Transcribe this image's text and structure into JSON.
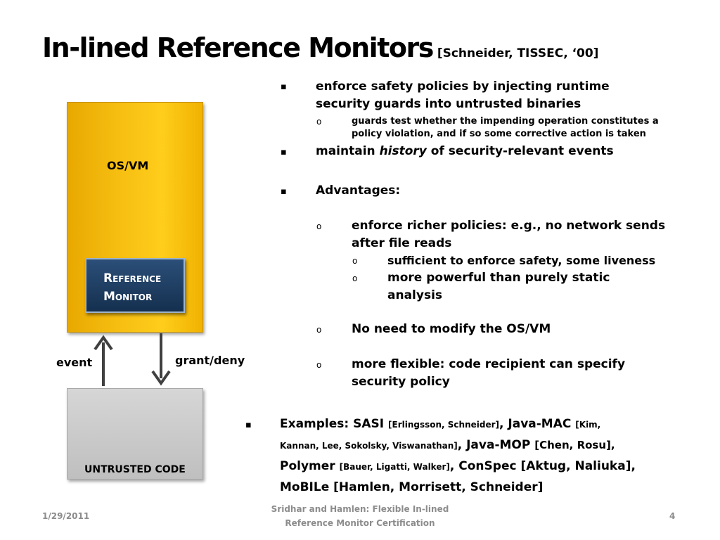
{
  "slide": {
    "title": "In-lined Reference Monitors",
    "title_citation": "[Schneider, TISSEC, ‘00]"
  },
  "diagram": {
    "os_vm_label": "OS/VM",
    "reference_monitor_line1": "Reference",
    "reference_monitor_line2": "Monitor",
    "untrusted_code_label": "UNTRUSTED CODE",
    "event_label": "event",
    "grant_deny_label": "grant/deny",
    "colors": {
      "os_vm_fill": "#f5bd10",
      "reference_monitor_fill": "#1f3d63",
      "untrusted_fill": "#cccccc",
      "arrow": "#404040"
    }
  },
  "bullets": {
    "square_marker": "▪",
    "circle_marker": "o",
    "b1_line1": "enforce safety policies by injecting runtime",
    "b1_line2": "security guards into untrusted binaries",
    "b1_sub_line1": "guards test whether the impending operation constitutes a",
    "b1_sub_line2": "policy violation, and if so some corrective action is taken",
    "b2_pre": "maintain ",
    "b2_em": "history",
    "b2_post": " of security-relevant events",
    "b3": "Advantages:",
    "adv1_line1": "enforce richer policies: e.g., no network sends",
    "adv1_line2": "after file reads",
    "adv1_sub1": "sufficient to enforce safety, some liveness",
    "adv1_sub2_line1": "more powerful than purely static",
    "adv1_sub2_line2": "analysis",
    "adv2": "No need to modify the OS/VM",
    "adv3_line1": "more flexible: code recipient can specify",
    "adv3_line2": "security policy"
  },
  "examples": {
    "label": "Examples: SASI ",
    "sasi_cite": "[Erlingsson, Schneider]",
    "sep1": ", Java-MAC ",
    "javamac_cite_1": "[Kim,",
    "javamac_cite_2": "Kannan, Lee, Sokolsky, Viswanathan]",
    "sep2": ", Java-MOP ",
    "javamop_cite": "[Chen, Rosu],",
    "polymer": "Polymer ",
    "polymer_cite": "[Bauer, Ligatti, Walker]",
    "conspec": ", ConSpec [Aktug, Naliuka],",
    "mobile": "MoBILe [Hamlen, Morrisett, Schneider]"
  },
  "footer": {
    "date": "1/29/2011",
    "center_line1": "Sridhar and Hamlen: Flexible In-lined",
    "center_line2": "Reference Monitor Certification",
    "page_number": "4"
  }
}
